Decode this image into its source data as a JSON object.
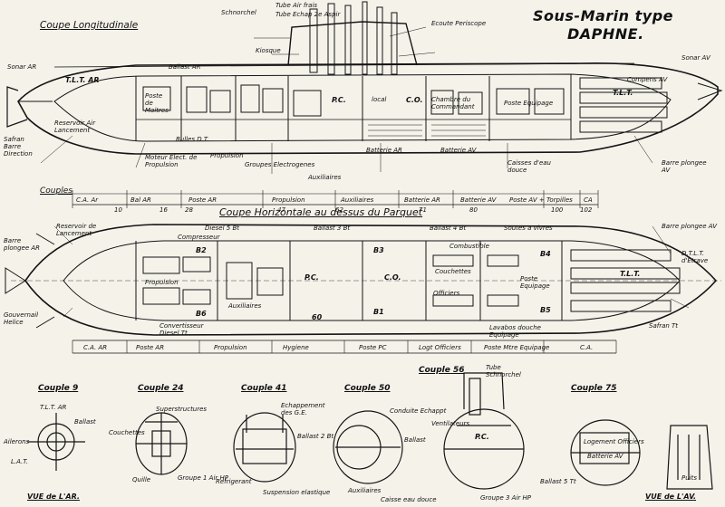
{
  "title": {
    "line1": "Sous-Marin type",
    "line2": "DAPHNE."
  },
  "sections": {
    "longitudinal": "Coupe Longitudinale",
    "horizontal": "Coupe Horizontale au dessus du Parquet",
    "couples_label": "Couples",
    "view_rear": "VUE de L'AR.",
    "view_front": "VUE de L'AV."
  },
  "long_labels": {
    "schnorchel": "Schnorchel",
    "tube_air": "Tube Air frais",
    "tube_echap": "Tube Echap 2e Aspir",
    "kiosque": "Kiosque",
    "periscope": "Ecoute Periscope",
    "sonar_ar": "Sonar AR",
    "sonar_av": "Sonar AV",
    "ballast_ar": "Ballast AR",
    "tlt_ar": "T.L.T. AR",
    "tlt_av": "T.L.T.",
    "poste_ar": "Poste de Maitres",
    "pc": "P.C.",
    "local_cd": "local",
    "co": "C.O.",
    "chambre_cdt": "Chambre du Commandant",
    "poste_equipage": "Poste Equipage",
    "propulsion": "Propulsion",
    "groupes": "Groupes Electrogenes",
    "auxiliaires": "Auxiliaires",
    "batterie_ar": "Batterie AR",
    "batterie_av": "Batterie AV",
    "caisses": "Caisses d'eau douce",
    "moteur": "Moteur Elect. de Propulsion",
    "reservoir": "Reservoir Air Lancement",
    "gouvernail": "Safran Barre Direction",
    "barre": "Barre plongee AV",
    "compens": "Compens AV",
    "bulles": "Bulles D.T."
  },
  "long_frames": {
    "labels": [
      "C.A. Ar",
      "Bal AR",
      "Poste AR",
      "Propulsion",
      "Auxiliaires",
      "Batterie AR",
      "Batterie AV",
      "Poste AV + Torpilles",
      "CA"
    ],
    "numbers": [
      "10",
      "16",
      "28",
      "47",
      "62",
      "71",
      "80",
      "100",
      "102"
    ]
  },
  "horiz_labels": {
    "reservoir": "Reservoir de Lancement",
    "barre_ar": "Barre plongee AR",
    "compresseur": "Compresseur",
    "diesel": "Diesel 5 Bt",
    "ballast": "Ballast 3 Bt",
    "ballast2": "Ballast 4 Bt",
    "combustible": "Combustible",
    "pc": "P.C.",
    "cd": "C.O.",
    "couchettes": "Couchettes",
    "poste_equipage": "Poste Equipage",
    "tlt": "T.L.T.",
    "gouvernail": "Gouvernail Helice",
    "propulsion": "Propulsion",
    "auxiliaires": "Auxiliaires",
    "officiers": "Officiers",
    "soutes": "Soutes a vivres",
    "barre_av": "Barre plongee AV",
    "safran": "Safran Tt",
    "dtlt": "D.T.L.T. d'Etrave",
    "convertisseur": "Convertisseur Diesel Tt",
    "lavabos": "Lavabos douche Equipage",
    "b2": "B2",
    "b4": "B4",
    "b5": "B5",
    "b6": "B6",
    "b3": "B3",
    "b1": "B1",
    "p60": "60"
  },
  "horiz_frames": {
    "labels": [
      "C.A. AR",
      "Poste AR",
      "Propulsion",
      "Hygiene",
      "Poste PC",
      "Logt Officiers",
      "Poste Mtre Equipage",
      "C.A."
    ]
  },
  "couples": [
    {
      "title": "Couple 9",
      "labels": [
        "T.L.T. AR",
        "Ballast",
        "Ailerons",
        "L.A.T."
      ]
    },
    {
      "title": "Couple 24",
      "labels": [
        "Superstructures",
        "Couchettes",
        "Quille",
        "Groupe 1 Air HP"
      ]
    },
    {
      "title": "Couple 41",
      "labels": [
        "Echappement des G.E.",
        "Ballast 2 Bt",
        "Refrigerant",
        "Suspension elastique"
      ]
    },
    {
      "title": "Couple 50",
      "labels": [
        "Conduite Echappt",
        "Ballast",
        "Auxiliaires",
        "Caisse eau douce"
      ]
    },
    {
      "title": "Couple 56",
      "labels": [
        "Tube Schnorchel",
        "P.C.",
        "Ventilateurs",
        "Groupe 3 Air HP"
      ]
    },
    {
      "title": "Couple 75",
      "labels": [
        "Logement Officiers",
        "Batterie AV",
        "Ballast 5 Tt",
        "Puits"
      ]
    }
  ],
  "colors": {
    "ink": "#141414",
    "paper": "#f5f2ea",
    "grey": "#6d6d6d"
  }
}
